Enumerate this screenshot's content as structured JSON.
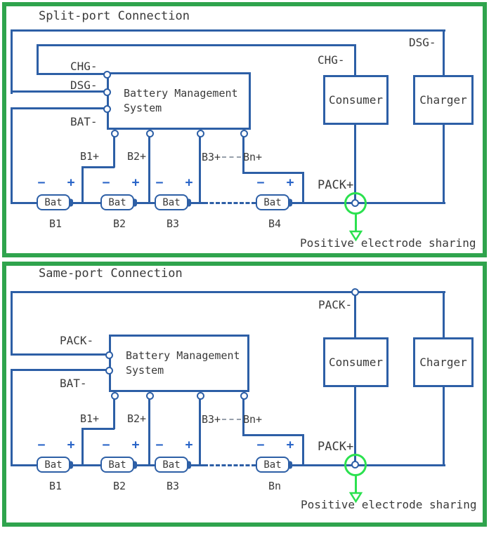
{
  "colors": {
    "panel_border": "#2fa44d",
    "wire_blue": "#2d5fa6",
    "polarity_blue": "#2a65c8",
    "highlight_green": "#2be14f",
    "text": "#3a3a3a",
    "background": "#ffffff"
  },
  "split": {
    "title": "Split-port Connection",
    "bms": {
      "line1": "Battery Management",
      "line2": "System"
    },
    "ports": {
      "chg": "CHG-",
      "dsg": "DSG-",
      "bat": "BAT-"
    },
    "right_labels": {
      "dsg": "DSG-",
      "chg": "CHG-"
    },
    "consumer_label": "Consumer",
    "charger_label": "Charger",
    "taps": [
      "B1+",
      "B2+",
      "B3+",
      "Bn+"
    ],
    "battery_text": "Bat",
    "battery_names": [
      "B1",
      "B2",
      "B3",
      "B4"
    ],
    "minus_sign": "−",
    "plus_sign": "+",
    "pack_plus_label": "PACK+",
    "note": "Positive electrode sharing"
  },
  "same": {
    "title": "Same-port Connection",
    "bms": {
      "line1": "Battery Management",
      "line2": "System"
    },
    "ports": {
      "pack": "PACK-",
      "bat": "BAT-"
    },
    "pack_minus_label": "PACK-",
    "consumer_label": "Consumer",
    "charger_label": "Charger",
    "taps": [
      "B1+",
      "B2+",
      "B3+",
      "Bn+"
    ],
    "battery_text": "Bat",
    "battery_names": [
      "B1",
      "B2",
      "B3",
      "Bn"
    ],
    "minus_sign": "−",
    "plus_sign": "+",
    "pack_plus_label": "PACK+",
    "note": "Positive electrode sharing"
  }
}
